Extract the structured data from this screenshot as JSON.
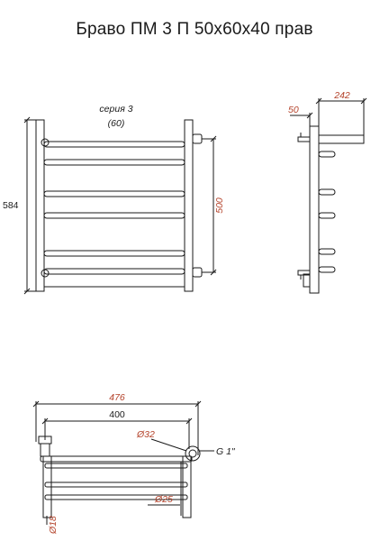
{
  "title": "Браво ПМ 3 П 50х60х40 прав",
  "front_view": {
    "series_label": "серия 3",
    "series_sub": "(60)",
    "height_overall": "584",
    "height_axis": "500"
  },
  "side_view": {
    "depth_offset": "50",
    "depth_total": "242"
  },
  "top_view": {
    "width_overall": "476",
    "width_axis": "400",
    "pipe_diameter": "Ø32",
    "thread": "G 1\"",
    "rung_diameter": "Ø25",
    "inner_diameter": "Ø18"
  },
  "colors": {
    "line": "#1a1a1a",
    "dimension_red": "#b4432b"
  }
}
